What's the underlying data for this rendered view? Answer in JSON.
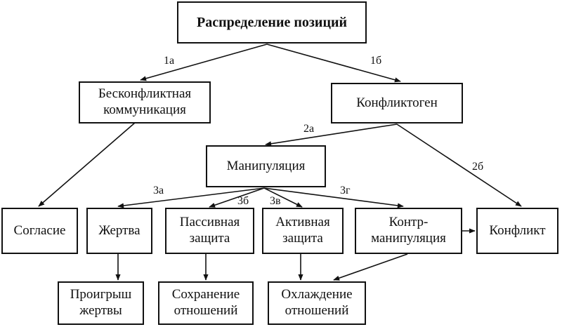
{
  "diagram": {
    "nodes": {
      "root": "Распределение позиций",
      "conflict_free": "Бесконфликтная\nкоммуникация",
      "conflictogen": "Конфликтоген",
      "manipulation": "Манипуляция",
      "agreement": "Согласие",
      "victim": "Жертва",
      "passive_defense": "Пассивная\nзащита",
      "active_defense": "Активная\nзащита",
      "counter_manipulation": "Контр-\nманипуляция",
      "conflict": "Конфликт",
      "victim_loss": "Проигрыш\nжертвы",
      "preserve_relations": "Сохранение\nотношений",
      "cooling_relations": "Охлаждение\nотношений"
    },
    "edge_labels": {
      "e1a": "1а",
      "e1b": "1б",
      "e2a": "2а",
      "e2b": "2б",
      "e3a": "3а",
      "e3b": "3б",
      "e3v": "3в",
      "e3g": "3г"
    }
  }
}
